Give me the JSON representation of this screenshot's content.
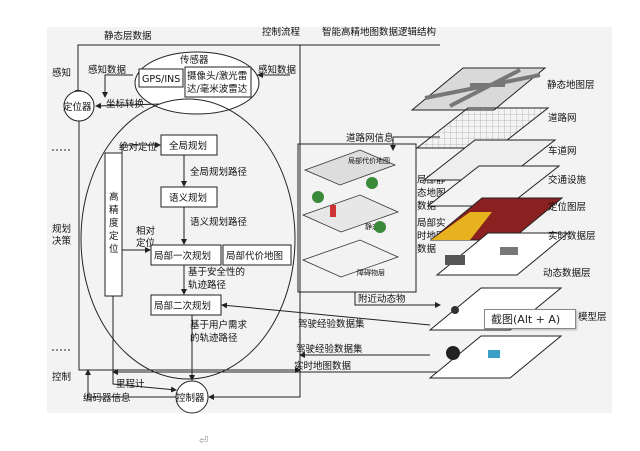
{
  "top": {
    "static_data": "静态层数据",
    "control_flow": "控制流程",
    "logic_title": "智能高精地图数据逻辑结构",
    "perception": "感知",
    "perception_data": "感知数据",
    "perception_data2": "感知数据"
  },
  "sensor": {
    "title": "传感器",
    "gps": "GPS/INS",
    "line1": "摄像头/激光雷",
    "line2": "达/毫米波雷达"
  },
  "left": {
    "locator": "定位器",
    "coord": "坐标转换",
    "plan1": "规划",
    "plan2": "决策",
    "control": "控制",
    "odometer": "里程计",
    "encoder": "编码器信息",
    "controller": "控制器"
  },
  "inner": {
    "abs_loc": "绝对定位",
    "hp_loc": [
      "高",
      "精",
      "度",
      "定",
      "位"
    ],
    "rel_loc1": "相对",
    "rel_loc2": "定位",
    "global_plan": "全局规划",
    "global_path": "全局规划路径",
    "semantic_plan": "语义规划",
    "semantic_path": "语义规划路径",
    "local1": "局部一次规划",
    "local_cost": "局部代价地图",
    "safety1": "基于安全性的",
    "safety2": "轨迹路径",
    "local2": "局部二次规划",
    "user1": "基于用户需求",
    "user2": "的轨迹路径"
  },
  "mid": {
    "road_net_info": "道路网信息",
    "local_static": [
      "局部静",
      "态地图",
      "数据"
    ],
    "local_rt": [
      "局部实",
      "时地图",
      "数据"
    ],
    "cost_map": "局部代价地图",
    "static_layer": "静态层",
    "obstacle_layer": "障碍物层",
    "nearby": "附近动态物",
    "driving_exp": "驾驶经验数据集",
    "driving_exp2": "驾驶经验数据集",
    "rt_map": "实时地图数据"
  },
  "layers": {
    "static_map": "静态地图层",
    "road_net": "道路网",
    "lane_net": "车道网",
    "traffic": "交通设施",
    "loc_layer": "定位图层",
    "realtime": "实时数据层",
    "dynamic": "动态数据层",
    "model": "模型层"
  },
  "tooltip": "截图(Alt + A)",
  "caret": "⏎"
}
